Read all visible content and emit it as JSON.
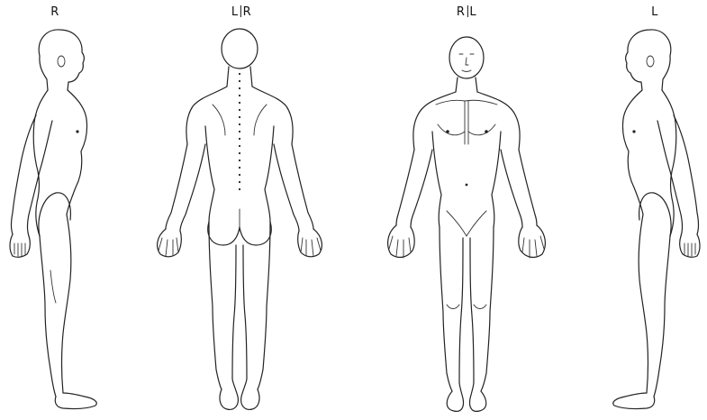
{
  "views": [
    {
      "id": "right-side",
      "label": "R"
    },
    {
      "id": "back",
      "label_left": "L",
      "label_right": "R"
    },
    {
      "id": "front",
      "label_left": "R",
      "label_right": "L"
    },
    {
      "id": "left-side",
      "label": "L"
    }
  ]
}
